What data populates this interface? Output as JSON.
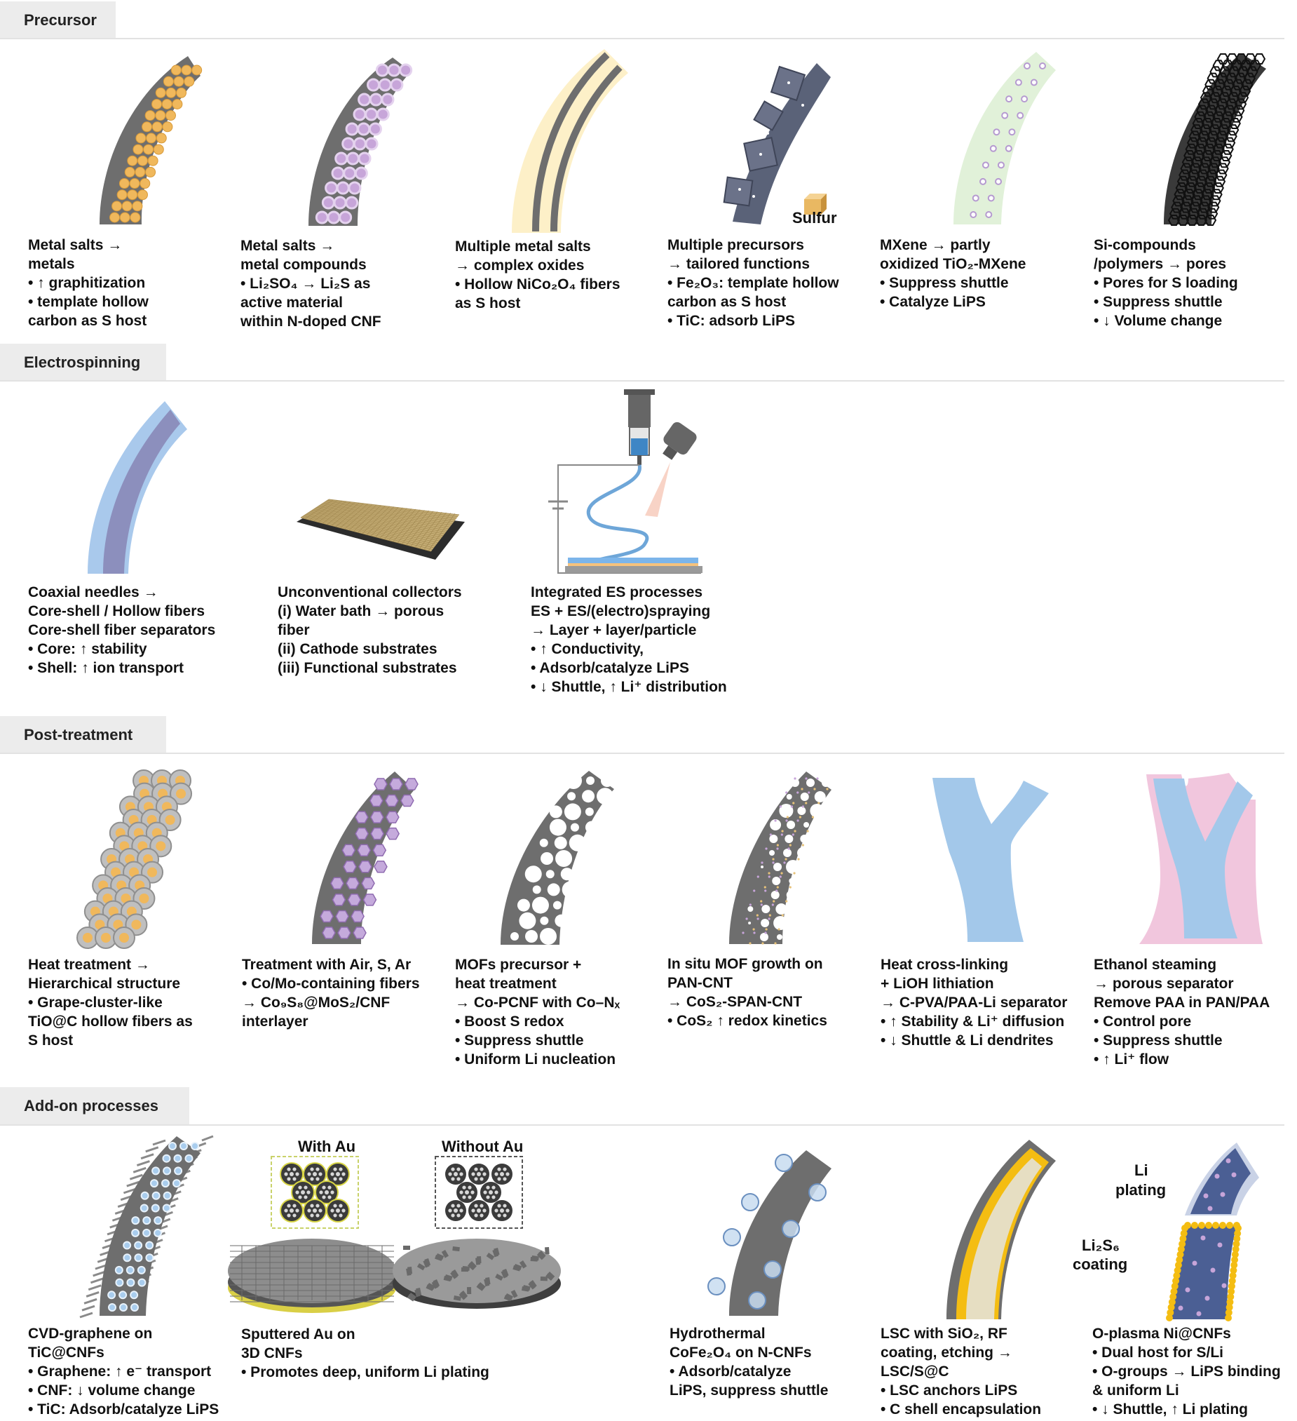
{
  "sections": [
    {
      "title": "Precursor"
    },
    {
      "title": "Electrospinning"
    },
    {
      "title": "Post-treatment"
    },
    {
      "title": "Add-on processes"
    }
  ],
  "precursor": {
    "items": [
      {
        "lines": [
          "Metal salts →",
          "metals",
          "• ↑ graphitization",
          "• template hollow",
          "carbon as S host"
        ]
      },
      {
        "lines": [
          "Metal salts →",
          "metal compounds",
          "• Li₂SO₄ → Li₂S as",
          "active material",
          "within N-doped CNF"
        ]
      },
      {
        "lines": [
          "Multiple metal salts",
          "→ complex oxides",
          "• Hollow NiCo₂O₄ fibers",
          "as S host"
        ]
      },
      {
        "lines": [
          "Multiple precursors",
          "→ tailored functions",
          "• Fe₂O₃: template hollow",
          "carbon as S host",
          "• TiC: adsorb LiPS"
        ]
      },
      {
        "lines": [
          " MXene → partly",
          "oxidized TiO₂-MXene",
          "• Suppress shuttle",
          "• Catalyze LiPS"
        ]
      },
      {
        "lines": [
          "Si-compounds",
          "/polymers → pores",
          "• Pores for S loading",
          "• Suppress shuttle",
          "• ↓ Volume change"
        ]
      }
    ],
    "sulfur_label": "Sulfur"
  },
  "electrospinning": {
    "items": [
      {
        "lines": [
          "Coaxial needles →",
          "Core-shell / Hollow fibers",
          "Core-shell fiber separators",
          "• Core: ↑ stability",
          "• Shell: ↑ ion transport"
        ]
      },
      {
        "lines": [
          "Unconventional collectors",
          "(i) Water bath → porous",
          "fiber",
          "(ii) Cathode substrates",
          "(iii) Functional substrates"
        ]
      },
      {
        "lines": [
          "Integrated ES processes",
          "ES + ES/(electro)spraying",
          "→ Layer + layer/particle",
          "• ↑ Conductivity,",
          "• Adsorb/catalyze LiPS",
          "• ↓ Shuttle, ↑ Li⁺ distribution"
        ]
      }
    ]
  },
  "posttreatment": {
    "items": [
      {
        "lines": [
          "Heat treatment →",
          "Hierarchical structure",
          "• Grape-cluster-like",
          "TiO@C hollow fibers as",
          "S host"
        ]
      },
      {
        "lines": [
          "Treatment with Air, S, Ar",
          "• Co/Mo-containing fibers",
          "→ Co₉S₈@MoS₂/CNF",
          "interlayer"
        ]
      },
      {
        "lines": [
          "MOFs precursor +",
          "heat treatment",
          "→ Co-PCNF with Co–Nₓ",
          "• Boost S redox",
          "• Suppress shuttle",
          "• Uniform Li nucleation"
        ]
      },
      {
        "lines": [
          "In situ MOF growth on",
          "PAN-CNT",
          "→ CoS₂-SPAN-CNT",
          "• CoS₂ ↑ redox kinetics"
        ]
      },
      {
        "lines": [
          "Heat cross-linking",
          "+ LiOH lithiation",
          "→ C-PVA/PAA-Li separator",
          "• ↑ Stability & Li⁺ diffusion",
          "• ↓ Shuttle & Li dendrites"
        ]
      },
      {
        "lines": [
          "Ethanol steaming",
          "→ porous separator",
          "Remove PAA in PAN/PAA",
          "• Control pore",
          "• Suppress shuttle",
          "• ↑ Li⁺ flow"
        ]
      }
    ]
  },
  "addon": {
    "items": [
      {
        "lines": [
          "CVD-graphene on",
          "TiC@CNFs",
          "• Graphene: ↑ e⁻ transport",
          "• CNF: ↓ volume change",
          "• TiC: Adsorb/catalyze LiPS"
        ]
      },
      {
        "lines": [
          "Sputtered Au on",
          "3D CNFs",
          "• Promotes deep, uniform Li plating"
        ]
      },
      {
        "lines": [
          "Hydrothermal",
          "CoFe₂O₄ on N-CNFs",
          "• Adsorb/catalyze",
          "LiPS, suppress shuttle"
        ]
      },
      {
        "lines": [
          "LSC with SiO₂, RF",
          "coating, etching →",
          "LSC/S@C",
          "• LSC anchors LiPS",
          "• C shell encapsulation"
        ]
      },
      {
        "lines": [
          "O-plasma Ni@CNFs",
          "• Dual host for S/Li",
          "• O-groups → LiPS binding",
          "& uniform Li",
          "• ↓ Shuttle, ↑ Li plating"
        ]
      }
    ],
    "with_au": "With Au",
    "without_au": "Without Au",
    "li_plating_1": "Li",
    "li_plating_2": "plating",
    "li2s6_1": "Li₂S₆",
    "li2s6_2": "coating"
  }
}
